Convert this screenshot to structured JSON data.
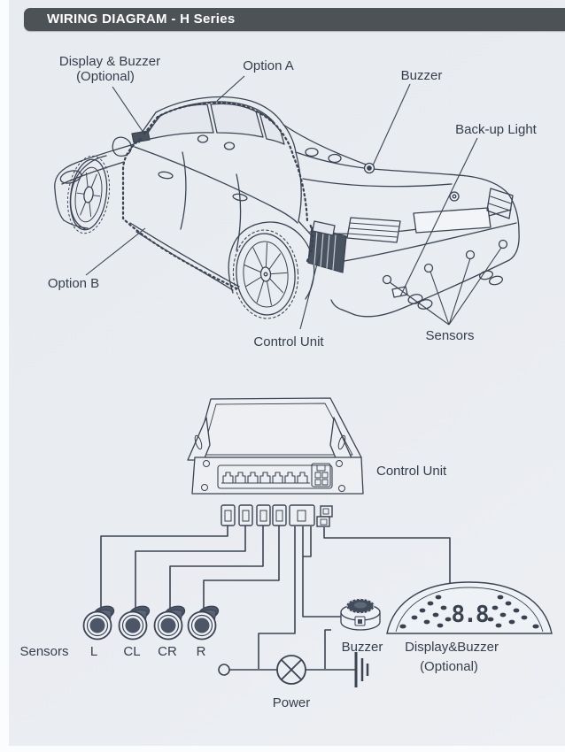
{
  "header": {
    "title": "WIRING DIAGRAM - H Series",
    "bg": "#4d5257",
    "text_color": "#ffffff"
  },
  "car_diagram": {
    "labels": {
      "display_buzzer": [
        "Display & Buzzer",
        "(Optional)"
      ],
      "option_a": "Option A",
      "buzzer": "Buzzer",
      "backup_light": "Back-up Light",
      "option_b": "Option B",
      "control_unit": "Control Unit",
      "sensors": "Sensors"
    }
  },
  "control_unit_figure": {
    "label": "Control Unit"
  },
  "schematic": {
    "sensors_label": "Sensors",
    "sensor_positions": [
      "L",
      "CL",
      "CR",
      "R"
    ],
    "buzzer_label": "Buzzer",
    "display_buzzer_label": [
      "Display&Buzzer",
      "(Optional)"
    ],
    "power_label": "Power",
    "display_reading": "8.8"
  },
  "colors": {
    "ink": "#3b4452",
    "device_dark": "#4c5666",
    "paper": "#e9ecf1"
  }
}
